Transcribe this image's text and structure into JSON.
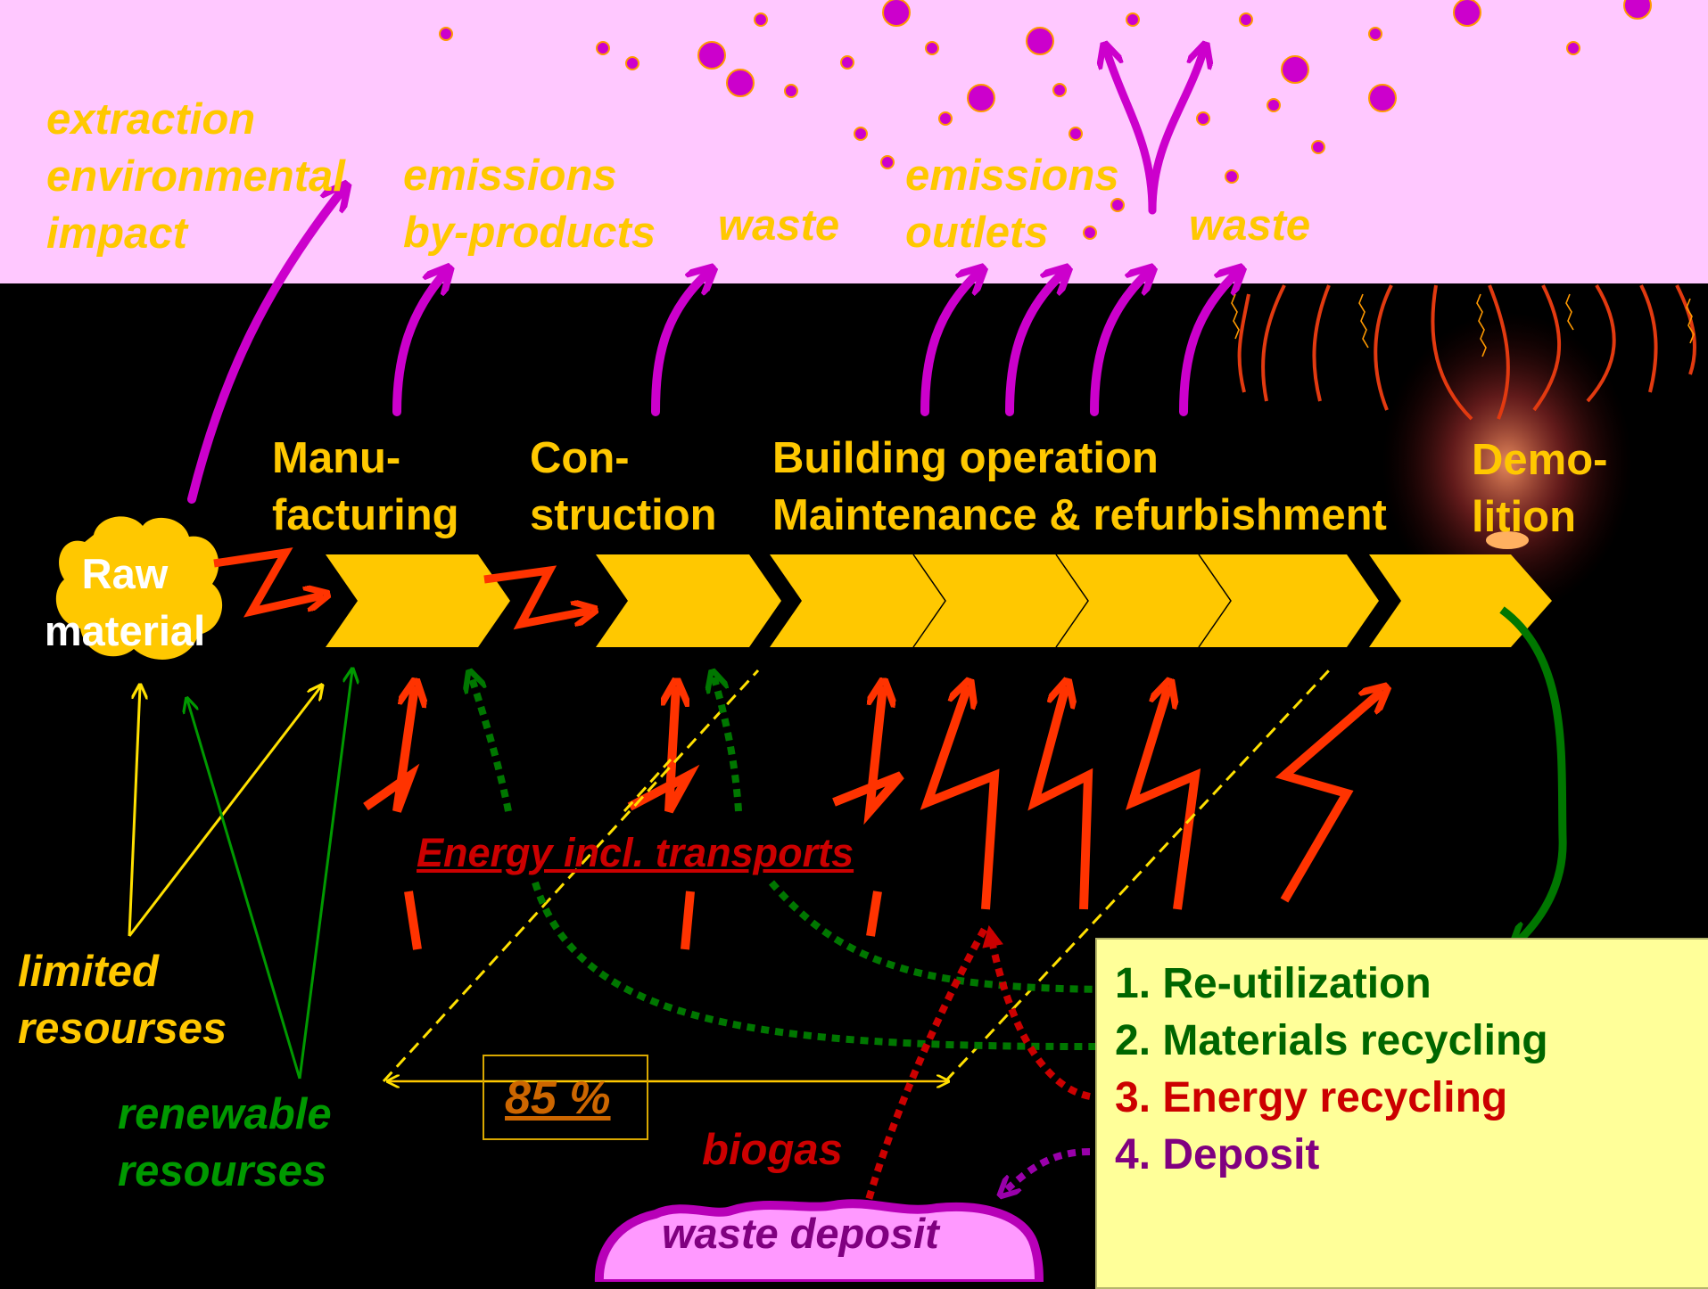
{
  "colors": {
    "sky": "#FFC8FF",
    "gold": "#FFC800",
    "magenta": "#CC00CC",
    "red_orange": "#FF3300",
    "green": "#007700",
    "yellow_line": "#FFE000",
    "list_box": "#FFFF99",
    "purple": "#800080",
    "deep_red": "#CC0000"
  },
  "top_labels": {
    "extraction": [
      "extraction",
      "environmental",
      "impact"
    ],
    "emissions1": [
      "emissions",
      "by-products"
    ],
    "waste1": "waste",
    "emissions2": [
      "emissions",
      "outlets"
    ],
    "waste2": "waste"
  },
  "stages": {
    "manufacturing": [
      "Manu-",
      "facturing"
    ],
    "construction": [
      "Con-",
      "struction"
    ],
    "operation": [
      "Building operation",
      "Maintenance & refurbishment"
    ],
    "demolition": [
      "Demo-",
      "lition"
    ]
  },
  "raw_material": [
    "Raw",
    "material"
  ],
  "energy_label": "Energy incl. transports",
  "resources": {
    "limited": [
      "limited",
      "resourses"
    ],
    "renewable": [
      "renewable",
      "resourses"
    ]
  },
  "percent_label": "85 %",
  "biogas_label": "biogas",
  "waste_deposit_label": "waste deposit",
  "end_of_life_options": [
    {
      "number": "1.",
      "label": "Re-utilization",
      "color": "#006600"
    },
    {
      "number": "2.",
      "label": "Materials recycling",
      "color": "#006600"
    },
    {
      "number": "3.",
      "label": "Energy recycling",
      "color": "#CC0000"
    },
    {
      "number": "4.",
      "label": "Deposit",
      "color": "#800080"
    }
  ]
}
